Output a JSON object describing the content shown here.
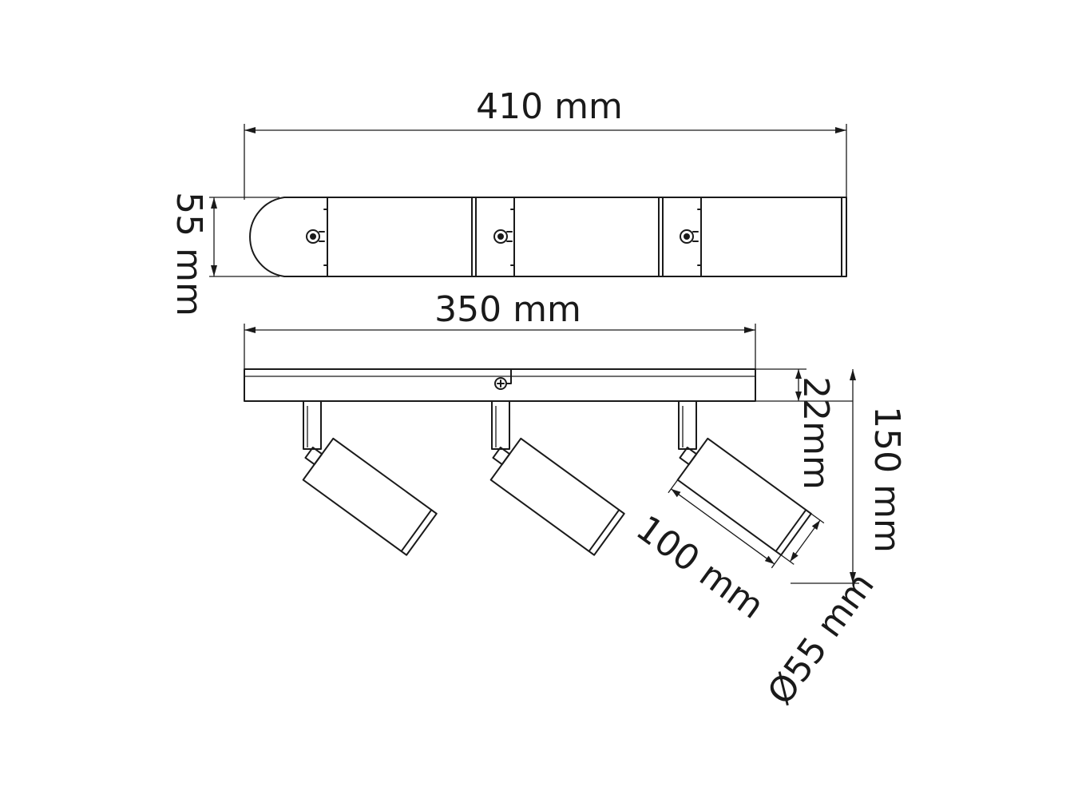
{
  "dimensions": {
    "total_length": "410 mm",
    "width": "55 mm",
    "base_length": "350 mm",
    "base_height": "22mm",
    "total_height": "150 mm",
    "shade_length": "100 mm",
    "shade_diameter": "Ø55 mm"
  }
}
